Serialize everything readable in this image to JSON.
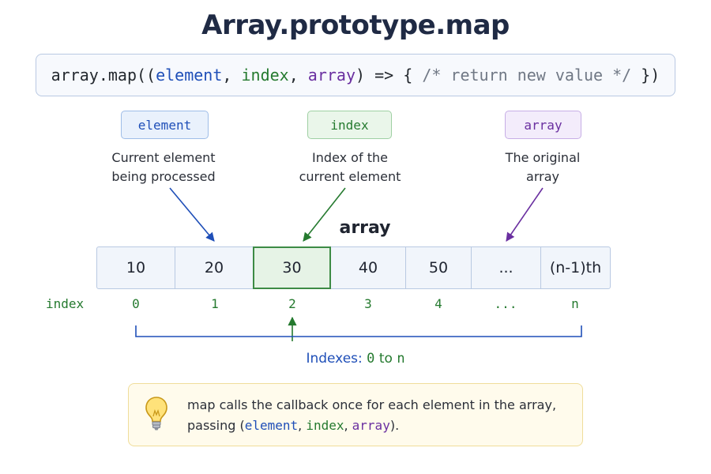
{
  "title": "Array.prototype.map",
  "signature": {
    "prefix": "array.map((",
    "param_element": "element",
    "sep1": ", ",
    "param_index": "index",
    "sep2": ", ",
    "param_array": "array",
    "arrow": ") => { ",
    "comment": "/* return new value */",
    "suffix": " })"
  },
  "params": [
    {
      "name": "element",
      "description_lines": [
        "Current element",
        "being processed"
      ]
    },
    {
      "name": "index",
      "description_lines": [
        "Index of the",
        "current element"
      ]
    },
    {
      "name": "array",
      "description_lines": [
        "The original",
        "array"
      ]
    }
  ],
  "array_label": "array",
  "cells": [
    "10",
    "20",
    "30",
    "40",
    "50",
    "...",
    "(n-1)th"
  ],
  "highlighted_cell": 2,
  "index_label": "index",
  "indexes": [
    "0",
    "1",
    "2",
    "3",
    "4",
    "...",
    "n"
  ],
  "range": {
    "label": "Indexes:",
    "from": "0",
    "to_word": "to",
    "to": "n"
  },
  "tip": {
    "text": "map calls the callback once for each element in the array,",
    "line2_prefix": "passing (",
    "p1": "element",
    "comma1": ", ",
    "p2": "index",
    "comma2": ", ",
    "p3": "array",
    "line2_suffix": ")."
  },
  "colors": {
    "element": "#1f4fb8",
    "index": "#257a2f",
    "array": "#6a2fa0",
    "tip_bg": "#fffbec"
  },
  "icons": {
    "tip": "lightbulb-icon"
  }
}
